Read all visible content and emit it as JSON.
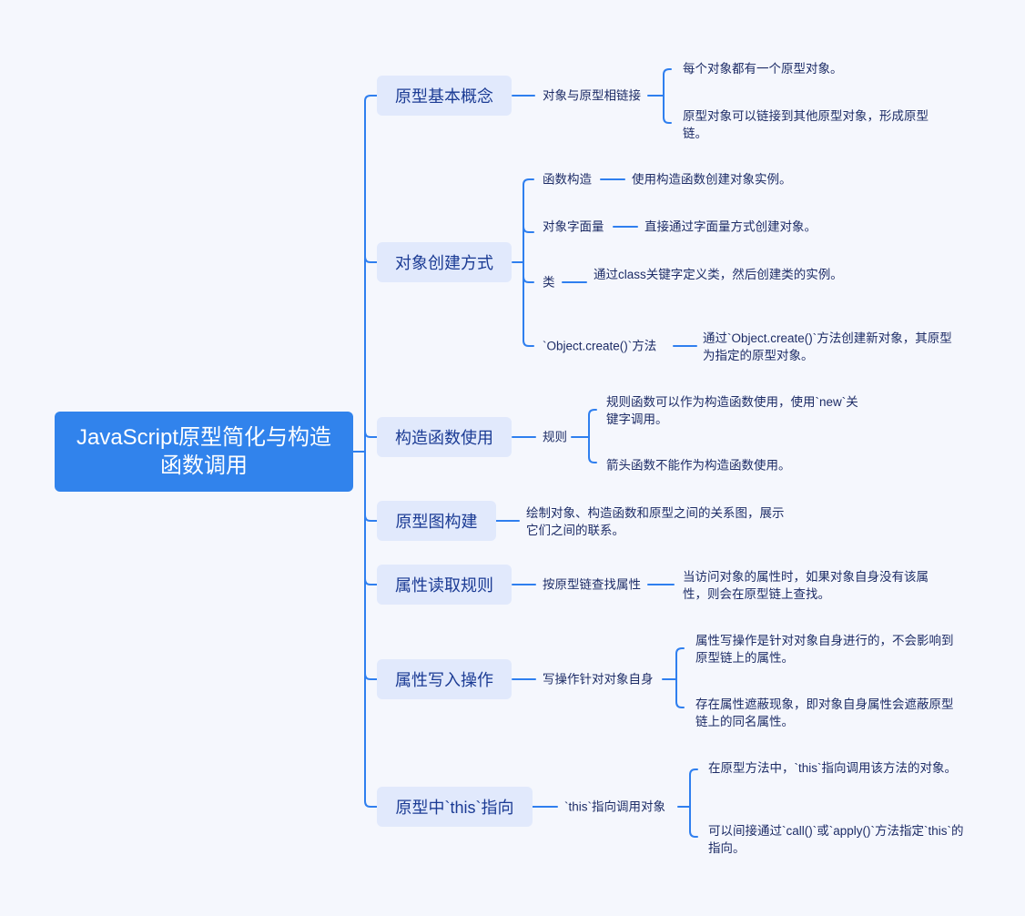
{
  "root": "JavaScript原型简化与构造函数调用",
  "branches": [
    {
      "label": "原型基本概念",
      "sub": "对象与原型相链接",
      "leaves": [
        "每个对象都有一个原型对象。",
        "原型对象可以链接到其他原型对象，形成原型链。"
      ]
    },
    {
      "label": "对象创建方式",
      "children": [
        {
          "label": "函数构造",
          "leaf": "使用构造函数创建对象实例。"
        },
        {
          "label": "对象字面量",
          "leaf": "直接通过字面量方式创建对象。"
        },
        {
          "label": "类",
          "leaf": "通过class关键字定义类，然后创建类的实例。"
        },
        {
          "label": "`Object.create()`方法",
          "leaf": "通过`Object.create()`方法创建新对象，其原型为指定的原型对象。"
        }
      ]
    },
    {
      "label": "构造函数使用",
      "sub": "规则",
      "leaves": [
        "规则函数可以作为构造函数使用，使用`new`关键字调用。",
        "箭头函数不能作为构造函数使用。"
      ]
    },
    {
      "label": "原型图构建",
      "leaf": "绘制对象、构造函数和原型之间的关系图，展示它们之间的联系。"
    },
    {
      "label": "属性读取规则",
      "sub": "按原型链查找属性",
      "leaf": "当访问对象的属性时，如果对象自身没有该属性，则会在原型链上查找。"
    },
    {
      "label": "属性写入操作",
      "sub": "写操作针对对象自身",
      "leaves": [
        "属性写操作是针对对象自身进行的，不会影响到原型链上的属性。",
        "存在属性遮蔽现象，即对象自身属性会遮蔽原型链上的同名属性。"
      ]
    },
    {
      "label": "原型中`this`指向",
      "sub": "`this`指向调用对象",
      "leaves": [
        "在原型方法中，`this`指向调用该方法的对象。",
        "可以间接通过`call()`或`apply()`方法指定`this`的指向。"
      ]
    }
  ]
}
